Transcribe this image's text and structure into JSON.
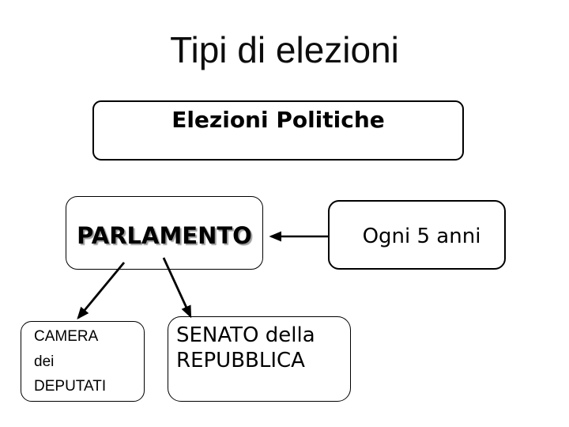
{
  "slide": {
    "title": "Tipi di elezioni",
    "boxes": {
      "elezioni": {
        "label": "Elezioni Politiche"
      },
      "parlamento": {
        "label": "PARLAMENTO"
      },
      "ogni": {
        "label": "Ogni 5 anni"
      },
      "camera": {
        "lines": [
          "CAMERA",
          "dei",
          "DEPUTATI"
        ]
      },
      "senato": {
        "lines": [
          "SENATO della",
          "REPUBBLICA"
        ]
      }
    },
    "connectors": [
      {
        "name": "arrow-ogni-to-parlamento",
        "direction": "left"
      },
      {
        "name": "arrow-parlamento-to-camera",
        "direction": "down-left"
      },
      {
        "name": "arrow-parlamento-to-senato",
        "direction": "down-right"
      }
    ],
    "colors": {
      "background": "#ffffff",
      "border": "#000000",
      "text": "#000000",
      "parlamento_text_shadow": "#9e9e9e"
    }
  }
}
